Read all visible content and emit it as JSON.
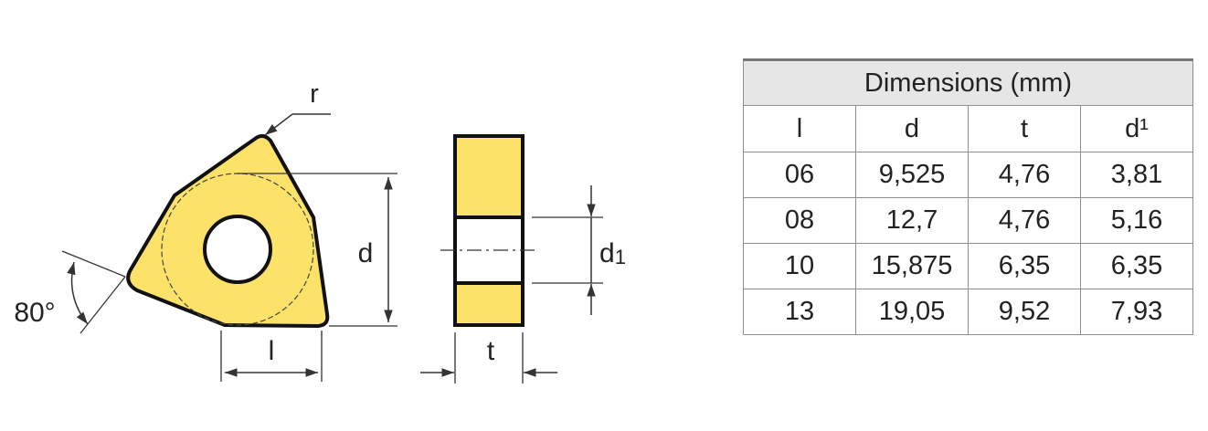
{
  "labels": {
    "radius": "r",
    "diameter": "d",
    "length": "l",
    "angle": "80°",
    "thickness": "t",
    "hole_diameter_symbol": "d",
    "hole_diameter_subscript": "1"
  },
  "colors": {
    "insert_fill": "#fde26a",
    "outline": "#111111",
    "dim_line": "#333333",
    "table_header_bg": "#e6e6e6",
    "table_border": "#8f8f8f"
  },
  "table": {
    "title": "Dimensions (mm)",
    "columns": [
      "l",
      "d",
      "t",
      "d¹"
    ],
    "rows": [
      [
        "06",
        "9,525",
        "4,76",
        "3,81"
      ],
      [
        "08",
        "12,7",
        "4,76",
        "5,16"
      ],
      [
        "10",
        "15,875",
        "6,35",
        "6,35"
      ],
      [
        "13",
        "19,05",
        "9,52",
        "7,93"
      ]
    ]
  }
}
